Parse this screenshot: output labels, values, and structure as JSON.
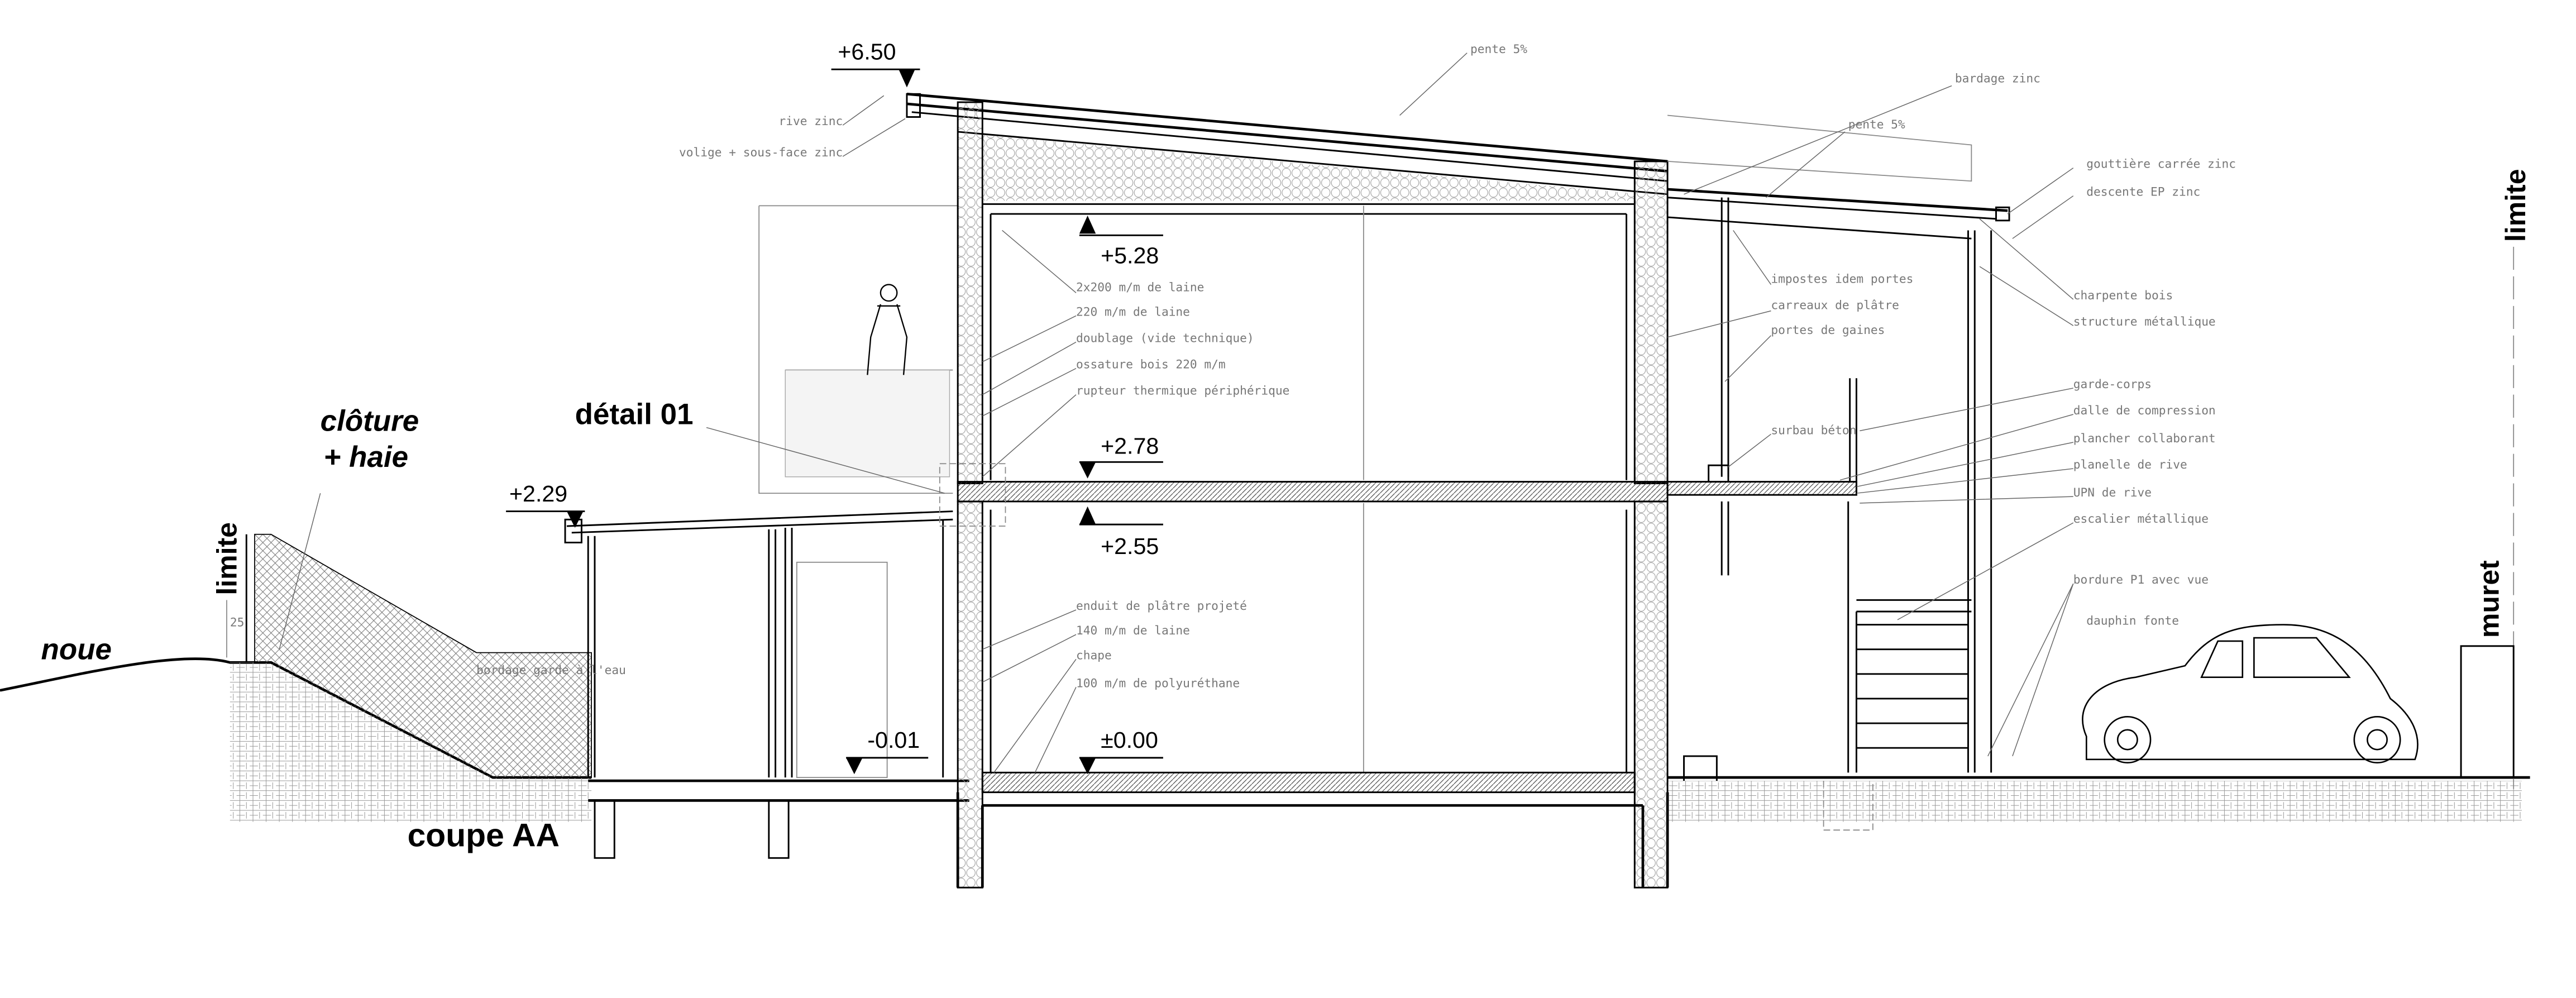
{
  "title": "coupe AA",
  "detail_label": "détail 01",
  "levels": {
    "roof_top": "+6.50",
    "ceiling": "+5.28",
    "upper_floor": "+2.78",
    "underside_floor": "+2.55",
    "annex_roof": "+2.29",
    "ground_floor": "±0.00",
    "annex_floor": "-0.01"
  },
  "site_labels": {
    "fence": "clôture",
    "hedge": "+ haie",
    "ditch": "noue",
    "limit_left": "limite",
    "limit_right": "limite",
    "low_wall": "muret",
    "offset_dim": "25",
    "bank_note": "bordage garde à l'eau"
  },
  "roof_annotations": {
    "slope_main": "pente 5%",
    "cladding": "bardage zinc",
    "slope_annex": "pente 5%",
    "edge": "rive zinc",
    "soffit": "volige + sous-face zinc",
    "gutter": "gouttière carrée zinc",
    "downpipe": "descente EP zinc",
    "timber_frame": "charpente bois",
    "steel_structure": "structure métallique"
  },
  "wall_annotations_upper": [
    "2x200 m/m de laine",
    "220 m/m de laine",
    "doublage (vide technique)",
    "ossature bois 220 m/m",
    "rupteur thermique périphérique"
  ],
  "wall_annotations_lower": [
    "enduit de plâtre projeté",
    "140 m/m de laine",
    "chape",
    "100 m/m de polyuréthane"
  ],
  "interior_annotations": [
    "impostes idem portes",
    "carreaux de plâtre",
    "portes de gaines",
    "surbau béton"
  ],
  "annex_annotations": [
    "garde-corps",
    "dalle de compression",
    "plancher collaborant",
    "planelle de rive",
    "UPN de rive",
    "escalier métallique",
    "bordure P1 avec vue",
    "dauphin fonte"
  ]
}
